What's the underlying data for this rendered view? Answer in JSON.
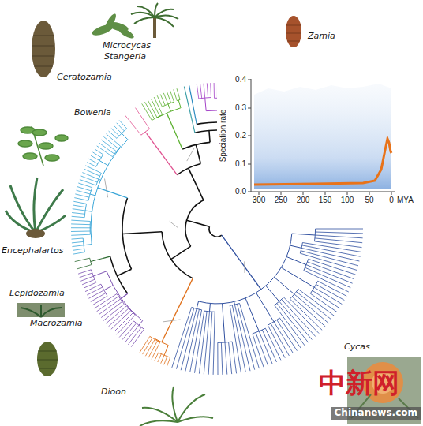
{
  "diagram": {
    "labels": [
      "Microcycas",
      "Stangeria",
      "Zamia",
      "Ceratozamia",
      "Bowenia",
      "Encephalartos",
      "Lepidozamia",
      "Macrozamia",
      "Dioon",
      "Cycas",
      "Speciation rate",
      "0.4",
      "0.3",
      "0.2",
      "0.1",
      "0.0",
      "300",
      "250",
      "200",
      "150",
      "100",
      "50",
      "0",
      "MYA",
      "中新网",
      "Chinanews.com"
    ]
  }
}
